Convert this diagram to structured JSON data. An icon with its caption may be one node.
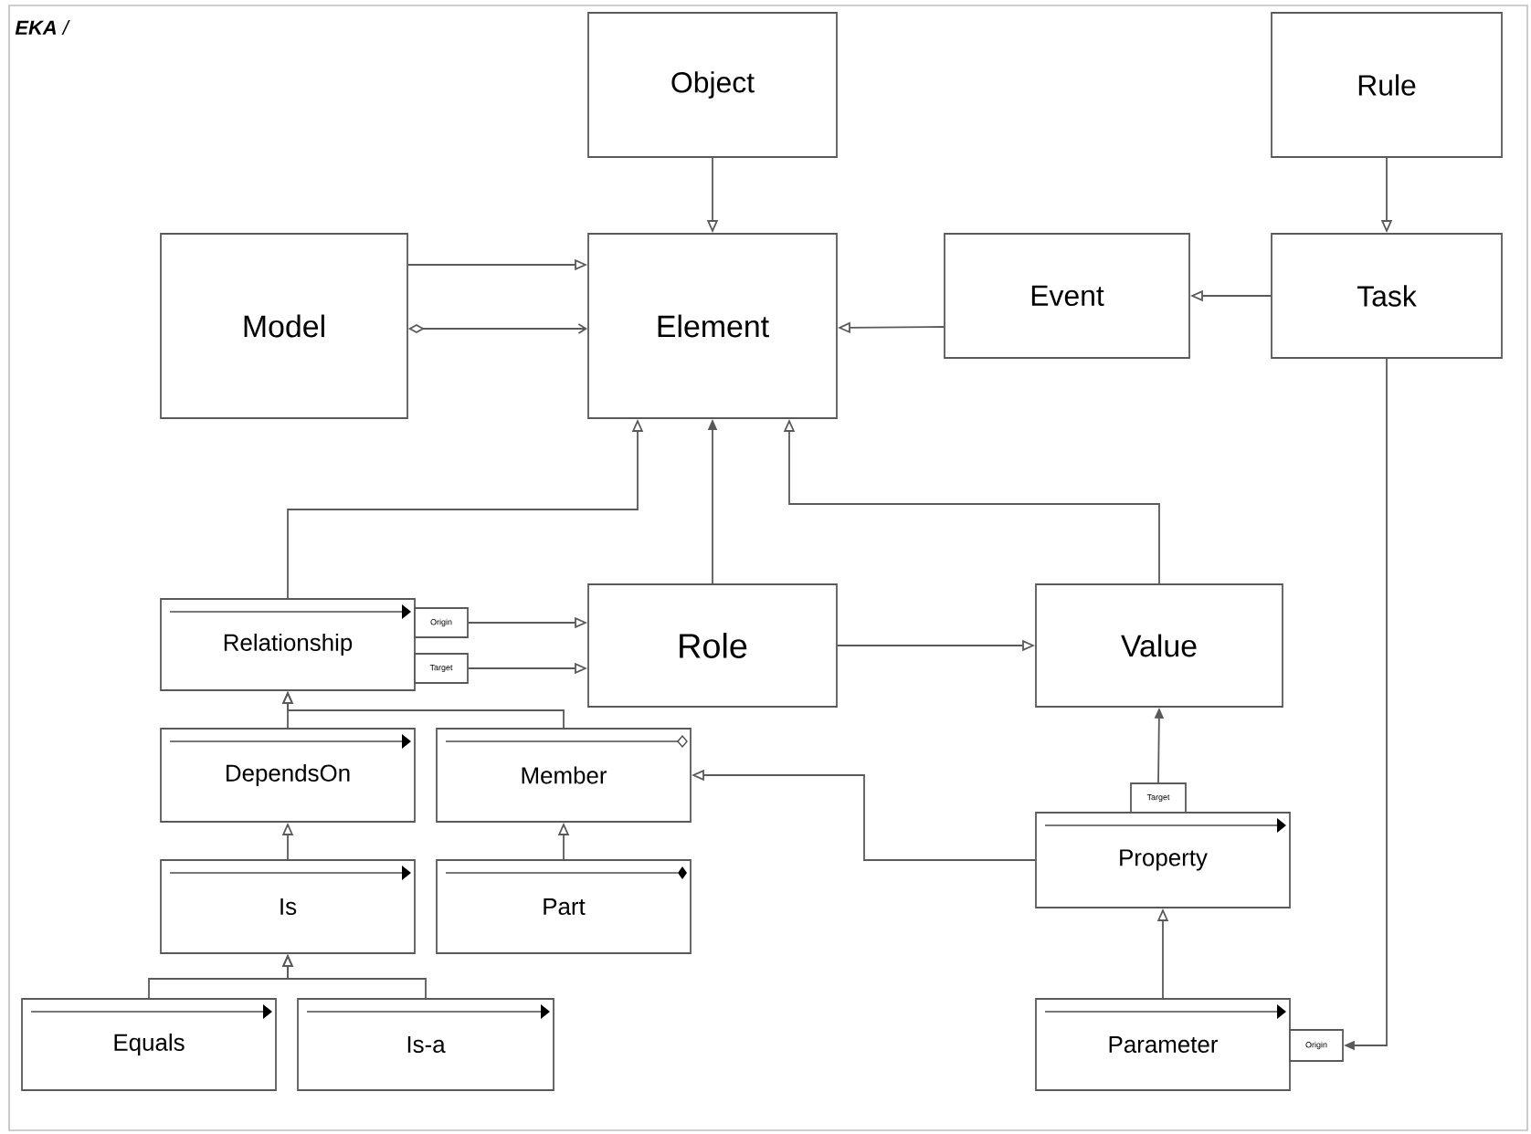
{
  "diagram": {
    "title": "**EKA** /",
    "nodes": [
      {
        "text": [
          "Object"
        ]
      },
      {
        "text": [
          "Rule"
        ]
      },
      {
        "text": [
          "Model"
        ]
      },
      {
        "text": [
          "Element"
        ]
      },
      {
        "text": [
          "Event"
        ]
      },
      {
        "text": [
          "Task"
        ]
      },
      {
        "text": [
          "Relationship"
        ]
      },
      {
        "text": [
          "Origin"
        ]
      },
      {
        "text": [
          "Target"
        ]
      },
      {
        "text": [
          "Role"
        ]
      },
      {
        "text": [
          "Value"
        ]
      },
      {
        "text": [
          "DependsOn"
        ]
      },
      {
        "text": [
          "Member"
        ]
      },
      {
        "text": [
          "Target"
        ]
      },
      {
        "text": [
          "Property"
        ]
      },
      {
        "text": [
          "Is"
        ]
      },
      {
        "text": [
          "Part"
        ]
      },
      {
        "text": [
          "Equals"
        ]
      },
      {
        "text": [
          "Is-a"
        ]
      },
      {
        "text": [
          "Parameter"
        ]
      },
      {
        "text": [
          "Origin"
        ]
      }
    ],
    "edges": [
      {
        "from": 0,
        "to": 3,
        "arrow": "to"
      },
      {
        "from": 1,
        "to": 5,
        "arrow": "to"
      },
      {
        "from": 2,
        "to": 3,
        "arrow": "to"
      },
      {
        "from": 2,
        "to": 3,
        "arrow": "to"
      },
      {
        "from": 4,
        "to": 3,
        "arrow": "to"
      },
      {
        "from": 5,
        "to": 4,
        "arrow": "to"
      },
      {
        "from": 6,
        "to": 3,
        "arrow": "to"
      },
      {
        "from": 9,
        "to": 3,
        "arrow": "to"
      },
      {
        "from": 10,
        "to": 3,
        "arrow": "to"
      },
      {
        "from": 7,
        "to": 9,
        "arrow": "to"
      },
      {
        "from": 8,
        "to": 9,
        "arrow": "to"
      },
      {
        "from": 9,
        "to": 10,
        "arrow": "to"
      },
      {
        "from": 11,
        "to": 6,
        "arrow": "to"
      },
      {
        "from": 12,
        "to": 6,
        "arrow": "to"
      },
      {
        "from": 15,
        "to": 11,
        "arrow": "to"
      },
      {
        "from": 16,
        "to": 12,
        "arrow": "to"
      },
      {
        "from": 17,
        "to": 15,
        "arrow": "to"
      },
      {
        "from": 18,
        "to": 15,
        "arrow": "to"
      },
      {
        "from": 14,
        "to": 12,
        "arrow": "to"
      },
      {
        "from": 13,
        "to": 10,
        "arrow": "to"
      },
      {
        "from": 19,
        "to": 14,
        "arrow": "to"
      },
      {
        "from": 5,
        "to": 20,
        "arrow": "to"
      }
    ]
  }
}
